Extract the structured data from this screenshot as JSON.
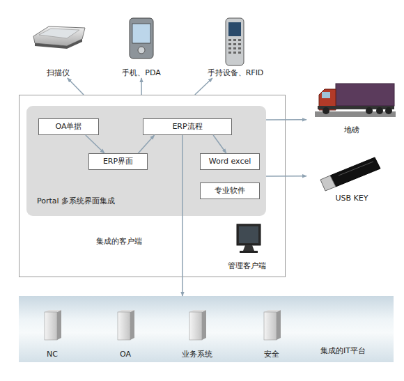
{
  "diagram": {
    "nodes": [
      {
        "text": [
          "扫描仪"
        ]
      },
      {
        "text": [
          "手机、PDA"
        ]
      },
      {
        "text": [
          "手持设备、RFID"
        ]
      },
      {
        "text": [
          "集成的客户端"
        ]
      },
      {
        "text": [
          "Portal  多系统界面集成"
        ],
        "in": 3
      },
      {
        "text": [
          "OA单据"
        ],
        "in": 4
      },
      {
        "text": [
          "ERP流程"
        ],
        "in": 4
      },
      {
        "text": [
          "ERP界面"
        ],
        "in": 4
      },
      {
        "text": [
          "Word excel"
        ],
        "in": 4
      },
      {
        "text": [
          "专业软件"
        ],
        "in": 4
      },
      {
        "text": [
          "地磅"
        ]
      },
      {
        "text": [
          "USB KEY"
        ]
      },
      {
        "text": [
          "集成的IT平台"
        ]
      },
      {
        "text": [
          "NC"
        ],
        "in": 12
      },
      {
        "text": [
          "OA"
        ],
        "in": 12
      },
      {
        "text": [
          "业务系统"
        ],
        "in": 12
      },
      {
        "text": [
          "安全"
        ],
        "in": 12
      }
    ],
    "edges": [
      {
        "from": 3,
        "to": 0,
        "arrow": "to"
      },
      {
        "from": 3,
        "to": 1,
        "arrow": "to"
      },
      {
        "from": 3,
        "to": 2,
        "arrow": "to"
      },
      {
        "from": 5,
        "to": 7,
        "arrow": "to"
      },
      {
        "from": 7,
        "to": 6,
        "arrow": "to"
      },
      {
        "from": 6,
        "to": 8,
        "arrow": "to"
      },
      {
        "from": 4,
        "to": 10,
        "arrow": "to"
      },
      {
        "from": 4,
        "to": 11,
        "arrow": "to"
      },
      {
        "from": 6,
        "to": 12,
        "arrow": "to"
      }
    ],
    "labels": [
      "管理客户端"
    ]
  }
}
